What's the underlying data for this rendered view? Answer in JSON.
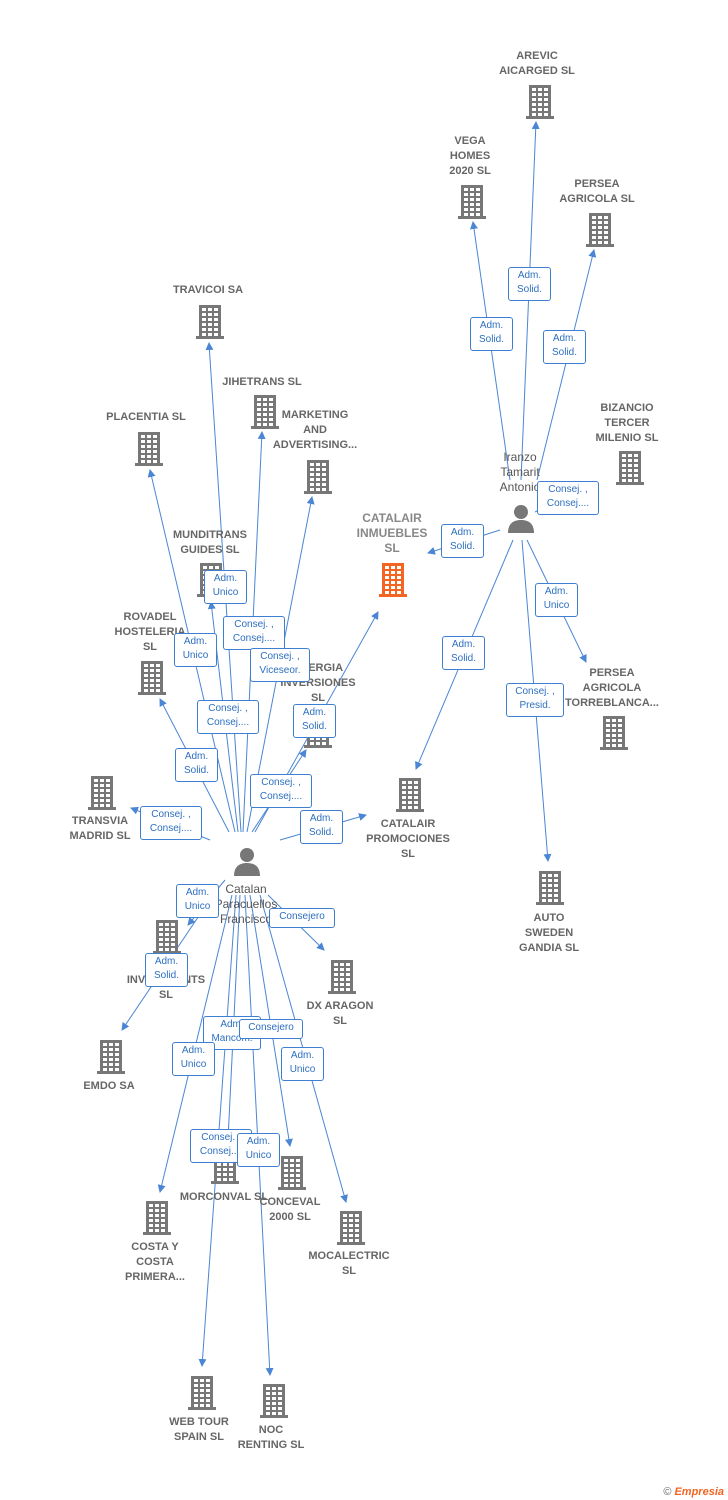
{
  "colors": {
    "edge": "#4a86d4",
    "building": "#777777",
    "focus_building": "#f26522",
    "person": "#777777"
  },
  "companies": [
    {
      "id": "arevic",
      "label": "AREVIC\nAICARGED SL"
    },
    {
      "id": "vega",
      "label": "VEGA\nHOMES\n2020  SL"
    },
    {
      "id": "persea_agricola",
      "label": "PERSEA\nAGRICOLA  SL"
    },
    {
      "id": "bizancio",
      "label": "BIZANCIO\nTERCER\nMILENIO  SL"
    },
    {
      "id": "travicoi",
      "label": "TRAVICOI SA"
    },
    {
      "id": "jihetrans",
      "label": "JIHETRANS  SL"
    },
    {
      "id": "placentia",
      "label": "PLACENTIA  SL"
    },
    {
      "id": "marketing",
      "label": "MARKETING\nAND\nADVERTISING..."
    },
    {
      "id": "catalair_inmuebles",
      "label": "CATALAIR\nINMUEBLES\nSL",
      "focus": true
    },
    {
      "id": "munditrans",
      "label": "MUNDITRANS\nGUIDES  SL"
    },
    {
      "id": "rovadel",
      "label": "ROVADEL\nHOSTELERIA\nSL"
    },
    {
      "id": "energia",
      "label": "ENERGIA\nINVERSIONES\nSL"
    },
    {
      "id": "persea_torreblanca",
      "label": "PERSEA\nAGRICOLA\nTORREBLANCA..."
    },
    {
      "id": "transvia",
      "label": "TRANSVIA\nMADRID  SL"
    },
    {
      "id": "catalair_promociones",
      "label": "CATALAIR\nPROMOCIONES\nSL"
    },
    {
      "id": "auto_sweden",
      "label": "AUTO\nSWEDEN\nGANDIA SL"
    },
    {
      "id": "sierra",
      "label": "SIERRA\nINVESTMENTS\nSL"
    },
    {
      "id": "dx_aragon",
      "label": "DX ARAGON\nSL"
    },
    {
      "id": "emdo",
      "label": "EMDO SA"
    },
    {
      "id": "morconval",
      "label": "MORCONVAL SL"
    },
    {
      "id": "conceval",
      "label": "CONCEVAL\n2000 SL"
    },
    {
      "id": "costa",
      "label": "COSTA Y\nCOSTA\nPRIMERA..."
    },
    {
      "id": "mocalectric",
      "label": "MOCALECTRIC\nSL"
    },
    {
      "id": "webtour",
      "label": "WEB TOUR\nSPAIN  SL"
    },
    {
      "id": "noc",
      "label": "NOC\nRENTING  SL"
    }
  ],
  "persons": [
    {
      "id": "iranzo",
      "label": "Iranzo\nTamarit\nAntonio"
    },
    {
      "id": "catalan",
      "label": "Catalan\nParacuellos\nFrancisco"
    }
  ],
  "edges": [
    {
      "from": "iranzo",
      "to": "arevic",
      "role": "Adm.\nSolid."
    },
    {
      "from": "iranzo",
      "to": "vega",
      "role": "Adm.\nSolid."
    },
    {
      "from": "iranzo",
      "to": "persea_agricola",
      "role": "Adm.\nSolid."
    },
    {
      "from": "iranzo",
      "to": "catalair_inmuebles",
      "role": "Adm.\nSolid."
    },
    {
      "from": "iranzo",
      "to": "bizancio",
      "role": "Consej. ,\nConsej...."
    },
    {
      "from": "iranzo",
      "to": "persea_torreblanca",
      "role": "Adm.\nUnico"
    },
    {
      "from": "iranzo",
      "to": "catalair_promociones",
      "role": "Adm.\nSolid."
    },
    {
      "from": "iranzo",
      "to": "auto_sweden",
      "role": "Consej. ,\nPresid."
    },
    {
      "from": "catalan",
      "to": "travicoi",
      "role": "Adm.\nUnico"
    },
    {
      "from": "catalan",
      "to": "jihetrans",
      "role": "Consej. ,\nConsej...."
    },
    {
      "from": "catalan",
      "to": "placentia",
      "role": "Adm.\nUnico"
    },
    {
      "from": "catalan",
      "to": "marketing",
      "role": "Consej. ,\nViceseor."
    },
    {
      "from": "catalan",
      "to": "catalair_inmuebles",
      "role": "Adm.\nSolid."
    },
    {
      "from": "catalan",
      "to": "munditrans",
      "role": "Consej. ,\nConsej...."
    },
    {
      "from": "catalan",
      "to": "rovadel",
      "role": "Adm.\nSolid."
    },
    {
      "from": "catalan",
      "to": "energia",
      "role": "Consej. ,\nConsej...."
    },
    {
      "from": "catalan",
      "to": "catalair_promociones",
      "role": "Adm.\nSolid."
    },
    {
      "from": "catalan",
      "to": "transvia",
      "role": "Consej. ,\nConsej...."
    },
    {
      "from": "catalan",
      "to": "sierra",
      "role": "Adm.\nUnico"
    },
    {
      "from": "catalan",
      "to": "dx_aragon",
      "role": "Consejero"
    },
    {
      "from": "catalan",
      "to": "emdo",
      "role": "Adm.\nSolid."
    },
    {
      "from": "catalan",
      "to": "morconval",
      "role": "Adm.\nMancom."
    },
    {
      "from": "catalan",
      "to": "conceval",
      "role": "Consejero"
    },
    {
      "from": "catalan",
      "to": "costa",
      "role": "Adm.\nUnico"
    },
    {
      "from": "catalan",
      "to": "mocalectric",
      "role": "Adm.\nUnico"
    },
    {
      "from": "catalan",
      "to": "webtour",
      "role": "Consej. ,\nConsej...."
    },
    {
      "from": "catalan",
      "to": "noc",
      "role": "Adm.\nUnico"
    }
  ],
  "footer": {
    "copyright": "©",
    "brand": "Empresia"
  }
}
